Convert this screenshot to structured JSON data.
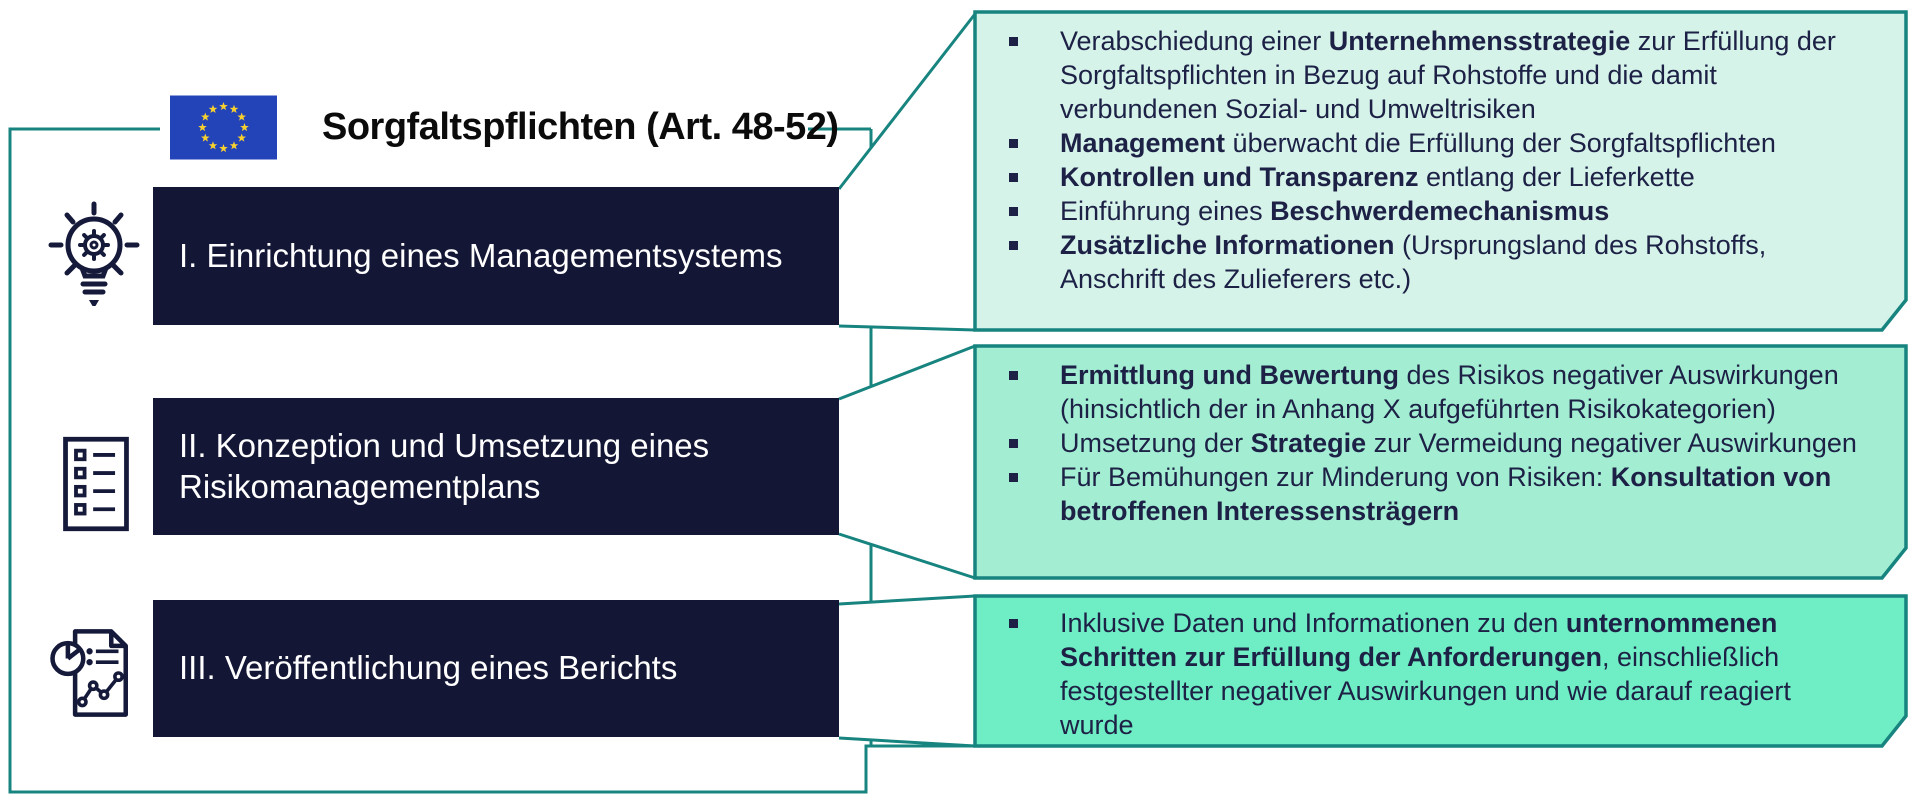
{
  "title": {
    "text": "Sorgfaltspflichten (Art. 48-52)"
  },
  "colors": {
    "navy_box": "#131735",
    "teal_border": "#17847f",
    "callout1_fill": "#d6f3ea",
    "callout2_fill": "#a3eed3",
    "callout3_fill": "#6fedc4",
    "eu_blue": "#2343b8",
    "eu_star_yellow": "#f8d12e",
    "step_text": "#ffffff",
    "body_text": "#1c2145"
  },
  "steps": [
    {
      "label": "I. Einrichtung eines Managementsystems",
      "icon": "idea-lightbulb-icon"
    },
    {
      "label": "II. Konzeption und Umsetzung eines Risikomanagementplans",
      "icon": "checklist-icon"
    },
    {
      "label": "III. Veröffentlichung eines Berichts",
      "icon": "report-chart-icon"
    }
  ],
  "callouts": [
    {
      "bullets": [
        {
          "segments": [
            {
              "text": "Verabschiedung einer ",
              "bold": false
            },
            {
              "text": "Unternehmensstrategie",
              "bold": true
            },
            {
              "text": " zur Erfüllung der Sorgfaltspflichten in Bezug auf Rohstoffe und die damit verbundenen Sozial- und Umweltrisiken",
              "bold": false
            }
          ]
        },
        {
          "segments": [
            {
              "text": "Management",
              "bold": true
            },
            {
              "text": " überwacht die Erfüllung der Sorgfaltspflichten",
              "bold": false
            }
          ]
        },
        {
          "segments": [
            {
              "text": "Kontrollen und Transparenz",
              "bold": true
            },
            {
              "text": " entlang der Lieferkette",
              "bold": false
            }
          ]
        },
        {
          "segments": [
            {
              "text": "Einführung eines ",
              "bold": false
            },
            {
              "text": "Beschwerdemechanismus",
              "bold": true
            }
          ]
        },
        {
          "segments": [
            {
              "text": "Zusätzliche Informationen",
              "bold": true
            },
            {
              "text": " (Ursprungsland des Rohstoffs, Anschrift des Zulieferers etc.)",
              "bold": false
            }
          ]
        }
      ]
    },
    {
      "bullets": [
        {
          "segments": [
            {
              "text": "Ermittlung und Bewertung",
              "bold": true
            },
            {
              "text": " des Risikos negativer Auswirkungen (hinsichtlich der in Anhang X aufgeführten Risikokategorien)",
              "bold": false
            }
          ]
        },
        {
          "segments": [
            {
              "text": "Umsetzung der ",
              "bold": false
            },
            {
              "text": "Strategie",
              "bold": true
            },
            {
              "text": " zur Vermeidung negativer Auswirkungen",
              "bold": false
            }
          ]
        },
        {
          "segments": [
            {
              "text": "Für Bemühungen zur Minderung von Risiken: ",
              "bold": false
            },
            {
              "text": "Konsultation von betroffenen Interessensträgern",
              "bold": true
            }
          ]
        }
      ]
    },
    {
      "bullets": [
        {
          "segments": [
            {
              "text": "Inklusive Daten und Informationen zu den ",
              "bold": false
            },
            {
              "text": "unternommenen Schritten zur Erfüllung der Anforderungen",
              "bold": true
            },
            {
              "text": ", einschließlich festgestellter negativer Auswirkungen und wie darauf reagiert wurde",
              "bold": false
            }
          ]
        }
      ]
    }
  ]
}
